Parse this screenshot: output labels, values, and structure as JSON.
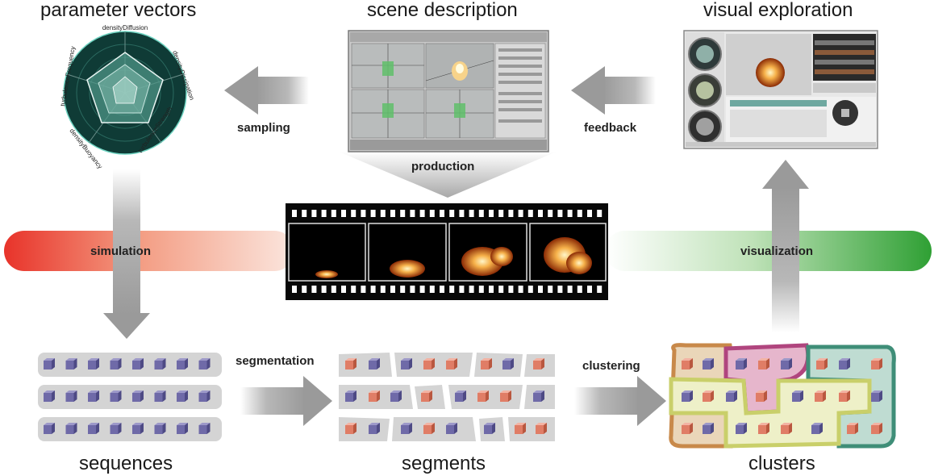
{
  "titles": {
    "parameter_vectors": "parameter vectors",
    "scene_description": "scene description",
    "visual_exploration": "visual exploration",
    "sequences": "sequences",
    "segments": "segments",
    "clusters": "clusters"
  },
  "edges": {
    "sampling": "sampling",
    "feedback": "feedback",
    "production": "production",
    "simulation": "simulation",
    "visualization": "visualization",
    "segmentation": "segmentation",
    "clustering": "clustering"
  },
  "radar_axes": [
    "densityDiffusion",
    "densityDissipation",
    "turbulenceStrength",
    "densityBuoyancy",
    "turbulenceFrequency"
  ],
  "colors": {
    "arrow": "#9a9a9a",
    "simulation_band": "#e8332a",
    "visualization_band": "#3aa23a",
    "cube_blue": "#6f6aa8",
    "cube_red": "#e07d66",
    "row_bg": "#d4d4d4",
    "cluster_orange": "#c8894a",
    "cluster_magenta": "#b0457e",
    "cluster_teal": "#3f8e78",
    "cluster_yellow": "#c9cf6a"
  },
  "icons": [
    "radar-chart-icon",
    "3d-app-screenshot-icon",
    "film-strip-icon",
    "visualization-app-screenshot-icon",
    "cube-icon"
  ]
}
